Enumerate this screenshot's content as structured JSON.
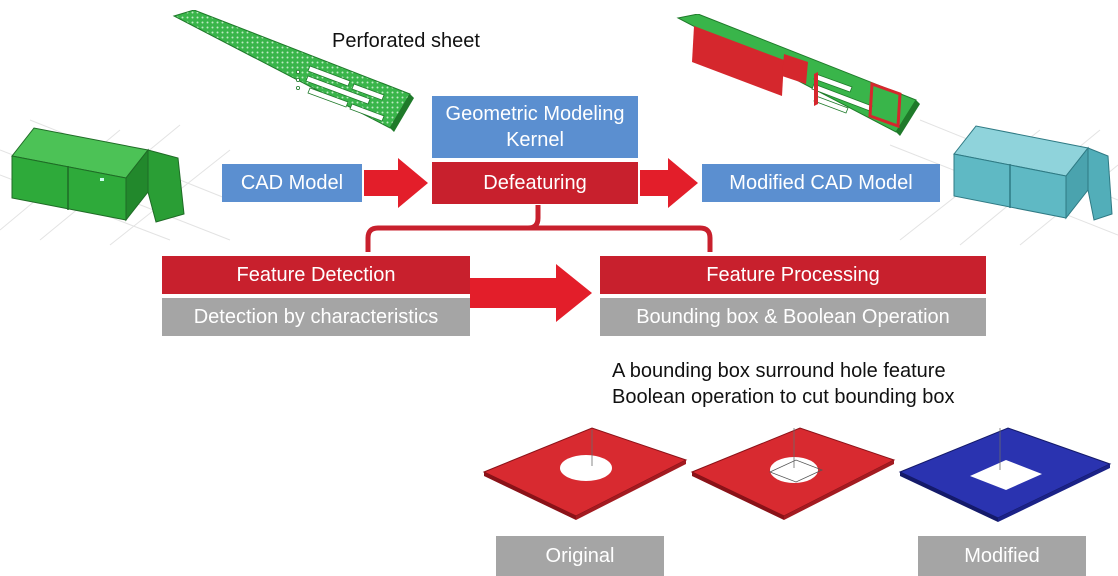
{
  "top_label": "Perforated sheet",
  "kernel": {
    "title": "Geometric Modeling\nKernel",
    "defeaturing": "Defeaturing"
  },
  "cad_model": "CAD Model",
  "modified_cad_model": "Modified CAD Model",
  "feature_detection": {
    "title": "Feature Detection",
    "method": "Detection by characteristics"
  },
  "feature_processing": {
    "title": "Feature Processing",
    "method": "Bounding box & Boolean Operation"
  },
  "notes": {
    "line1": "A bounding box surround hole feature",
    "line2": "Boolean operation to cut bounding box"
  },
  "labels": {
    "original": "Original",
    "modified": "Modified"
  },
  "colors": {
    "blue": "#5b8fd0",
    "red": "#c8202d",
    "grey": "#a5a5a5",
    "green_model": "#2eaa3a",
    "cyan_model": "#5fb9c4",
    "plate_red": "#d82a30",
    "plate_blue": "#2a33b0"
  }
}
